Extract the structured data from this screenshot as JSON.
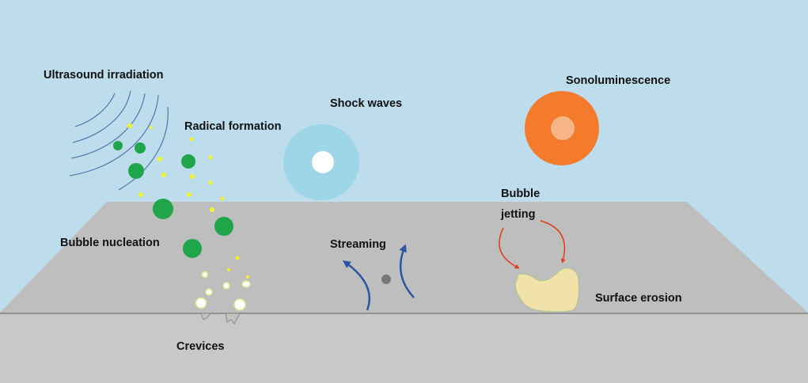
{
  "labels": {
    "ultrasound": "Ultrasound irradiation",
    "radical": "Radical formation",
    "shock": "Shock waves",
    "sonoluminescence": "Sonoluminescence",
    "bubble_nucleation": "Bubble nucleation",
    "streaming": "Streaming",
    "bubble": "Bubble",
    "jetting": "jetting",
    "surface_erosion": "Surface erosion",
    "crevices": "Crevices"
  },
  "colors": {
    "sky": "#bddcec",
    "surface_top": "#bebebe",
    "surface_front": "#c8c8c8",
    "edge_line": "#7f7f7f",
    "wave_arc": "#4a6fa5",
    "bubble_green": "#1fa54a",
    "radical_yellow": "#f3f32a",
    "shock_ring": "#9dd6e6",
    "shock_core": "#ffffff",
    "sonolum_outer": "#f47b2c",
    "sonolum_inner": "#f6b587",
    "streaming_arrow": "#2a56a4",
    "jetting_arrow": "#e23b1c",
    "erosion_fill": "#f0e2a8",
    "particle_grey": "#777777"
  }
}
